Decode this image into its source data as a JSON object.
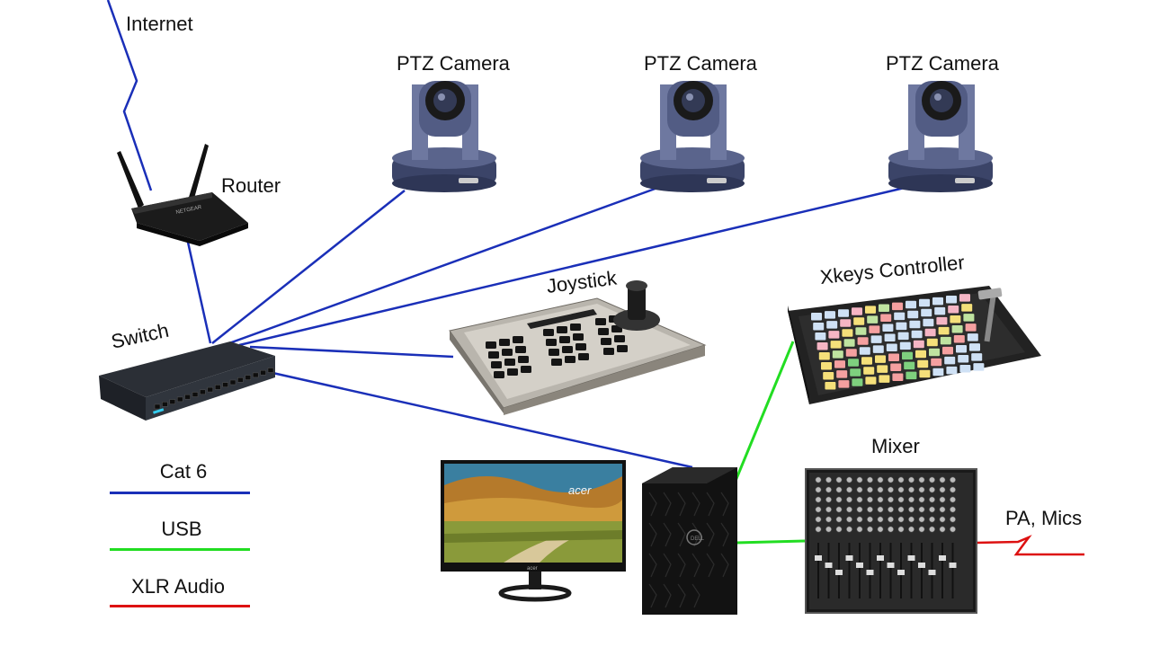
{
  "colors": {
    "cat6": "#1a2fb8",
    "usb": "#22dd22",
    "xlr": "#dd1111"
  },
  "labels": {
    "internet": "Internet",
    "router": "Router",
    "switch": "Switch",
    "camera1": "PTZ Camera",
    "camera2": "PTZ Camera",
    "camera3": "PTZ Camera",
    "joystick": "Joystick",
    "xkeys": "Xkeys Controller",
    "mixer": "Mixer",
    "pa_mics": "PA, Mics"
  },
  "legend": [
    {
      "label": "Cat 6",
      "color": "#1a2fb8"
    },
    {
      "label": "USB",
      "color": "#22dd22"
    },
    {
      "label": "XLR Audio",
      "color": "#dd1111"
    }
  ],
  "device_text": {
    "monitor_brand": "acer",
    "monitor_base_brand": "acer",
    "router_brand": "NETGEAR"
  }
}
